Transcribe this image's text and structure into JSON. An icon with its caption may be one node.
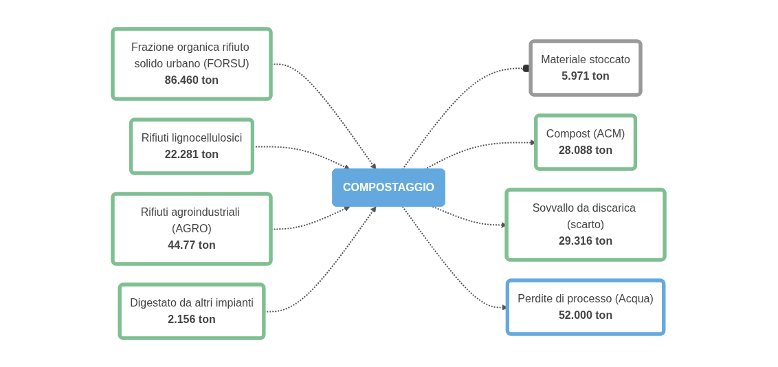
{
  "diagram": {
    "nodes": [
      {
        "text": [
          "Frazione organica rifiuto solido urbano (FORSU)",
          "86.460 ton"
        ]
      },
      {
        "text": [
          "Rifiuti lignocellulosici",
          "22.281 ton"
        ]
      },
      {
        "text": [
          "Rifiuti agroindustriali (AGRO)",
          "44.77 ton"
        ]
      },
      {
        "text": [
          "Digestato da altri impianti",
          "2.156 ton"
        ]
      },
      {
        "text": [
          "Materiale stoccato",
          "5.971 ton"
        ]
      },
      {
        "text": [
          "COMPOSTAGGIO"
        ]
      },
      {
        "text": [
          "Compost (ACM)",
          "28.088 ton"
        ]
      },
      {
        "text": [
          "Sovvallo da discarica (scarto)",
          "29.316 ton"
        ]
      },
      {
        "text": [
          "Perdite di processo (Acqua)",
          "52.000 ton"
        ]
      }
    ],
    "edges": [
      {
        "from": 0,
        "to": 5,
        "arrow": "to",
        "style": "dashed"
      },
      {
        "from": 1,
        "to": 5,
        "arrow": "to",
        "style": "dashed"
      },
      {
        "from": 2,
        "to": 5,
        "arrow": "to",
        "style": "dashed"
      },
      {
        "from": 3,
        "to": 5,
        "arrow": "to",
        "style": "dashed"
      },
      {
        "from": 5,
        "to": 4,
        "arrow": "other",
        "style": "dashed"
      },
      {
        "from": 5,
        "to": 6,
        "arrow": "to",
        "style": "dashed"
      },
      {
        "from": 5,
        "to": 7,
        "arrow": "to",
        "style": "dashed"
      },
      {
        "from": 5,
        "to": 8,
        "arrow": "to",
        "style": "dashed"
      }
    ]
  }
}
